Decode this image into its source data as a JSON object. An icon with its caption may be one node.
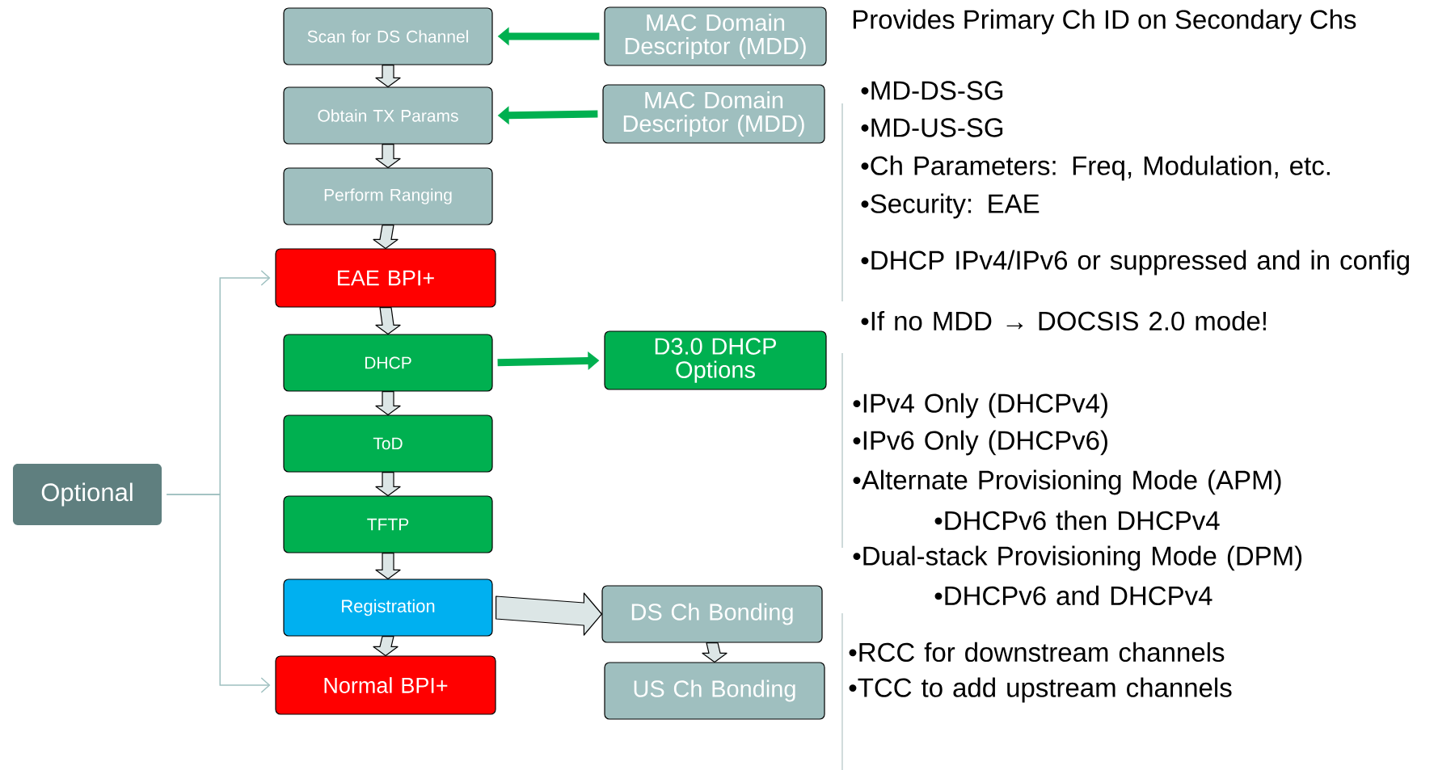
{
  "diagram": {
    "nodes": [
      {
        "text": [
          "Scan for DS Channel"
        ]
      },
      {
        "text": [
          "Obtain TX Params"
        ]
      },
      {
        "text": [
          "Perform Ranging"
        ]
      },
      {
        "text": [
          "EAE BPI+"
        ]
      },
      {
        "text": [
          "DHCP"
        ]
      },
      {
        "text": [
          "ToD"
        ]
      },
      {
        "text": [
          "TFTP"
        ]
      },
      {
        "text": [
          "Registration"
        ]
      },
      {
        "text": [
          "Normal BPI+"
        ]
      },
      {
        "text": [
          "MAC Domain Descriptor (MDD)"
        ],
        "beside": [
          "Provides Primary Ch ID on Secondary Chs"
        ]
      },
      {
        "text": [
          "MAC Domain Descriptor (MDD)"
        ]
      },
      {
        "text": [
          "D3.0 DHCP Options"
        ]
      },
      {
        "text": [
          "DS Ch Bonding"
        ]
      },
      {
        "text": [
          "US Ch Bonding"
        ]
      },
      {
        "text": [
          "Optional"
        ]
      }
    ],
    "edges": [
      {
        "from": 0,
        "to": 1,
        "arrow": "to"
      },
      {
        "from": 1,
        "to": 2,
        "arrow": "to"
      },
      {
        "from": 2,
        "to": 3,
        "arrow": "to"
      },
      {
        "from": 3,
        "to": 4,
        "arrow": "to"
      },
      {
        "from": 4,
        "to": 5,
        "arrow": "to"
      },
      {
        "from": 5,
        "to": 6,
        "arrow": "to"
      },
      {
        "from": 6,
        "to": 7,
        "arrow": "to"
      },
      {
        "from": 7,
        "to": 8,
        "arrow": "to"
      },
      {
        "from": 9,
        "to": 0,
        "arrow": "to",
        "color": "#00b050"
      },
      {
        "from": 10,
        "to": 1,
        "arrow": "to",
        "color": "#00b050"
      },
      {
        "from": 4,
        "to": 11,
        "arrow": "to",
        "color": "#00b050"
      },
      {
        "from": 7,
        "to": 12,
        "arrow": "to"
      },
      {
        "from": 12,
        "to": 13,
        "arrow": "to"
      },
      {
        "from": 14,
        "to": 3,
        "arrow": "to",
        "color": "#9fc0c0"
      },
      {
        "from": 14,
        "to": 8,
        "arrow": "to",
        "color": "#9fc0c0"
      }
    ],
    "labels": [
      "•MD-DS-SG",
      "•MD-US-SG",
      "•Ch Parameters: Freq, Modulation, etc.",
      "•Security: EAE",
      "•DHCP IPv4/IPv6 or suppressed and in config",
      "•If no MDD → DOCSIS 2.0 mode!",
      "•IPv4 Only (DHCPv4)",
      "•IPv6 Only (DHCPv6)",
      "•Alternate Provisioning Mode (APM)",
      "•DHCPv6 then DHCPv4",
      "•Dual-stack Provisioning Mode (DPM)",
      "•DHCPv6 and DHCPv4",
      "•RCC for downstream channels",
      "•TCC to add upstream channels"
    ]
  }
}
